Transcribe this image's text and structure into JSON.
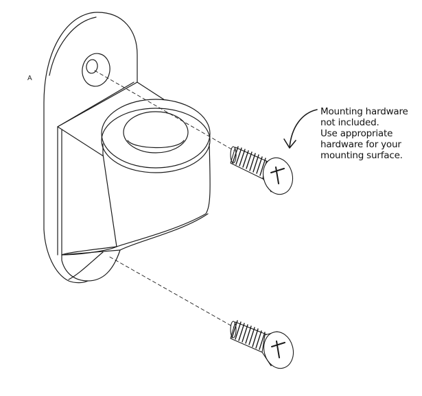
{
  "diagram": {
    "view_label": "A",
    "note_lines": [
      "Mounting hardware",
      "not included.",
      "Use appropriate",
      "hardware for your",
      "mounting surface."
    ],
    "colors": {
      "line": "#1a1a1a",
      "fill": "#ffffff",
      "background": "#ffffff"
    }
  }
}
